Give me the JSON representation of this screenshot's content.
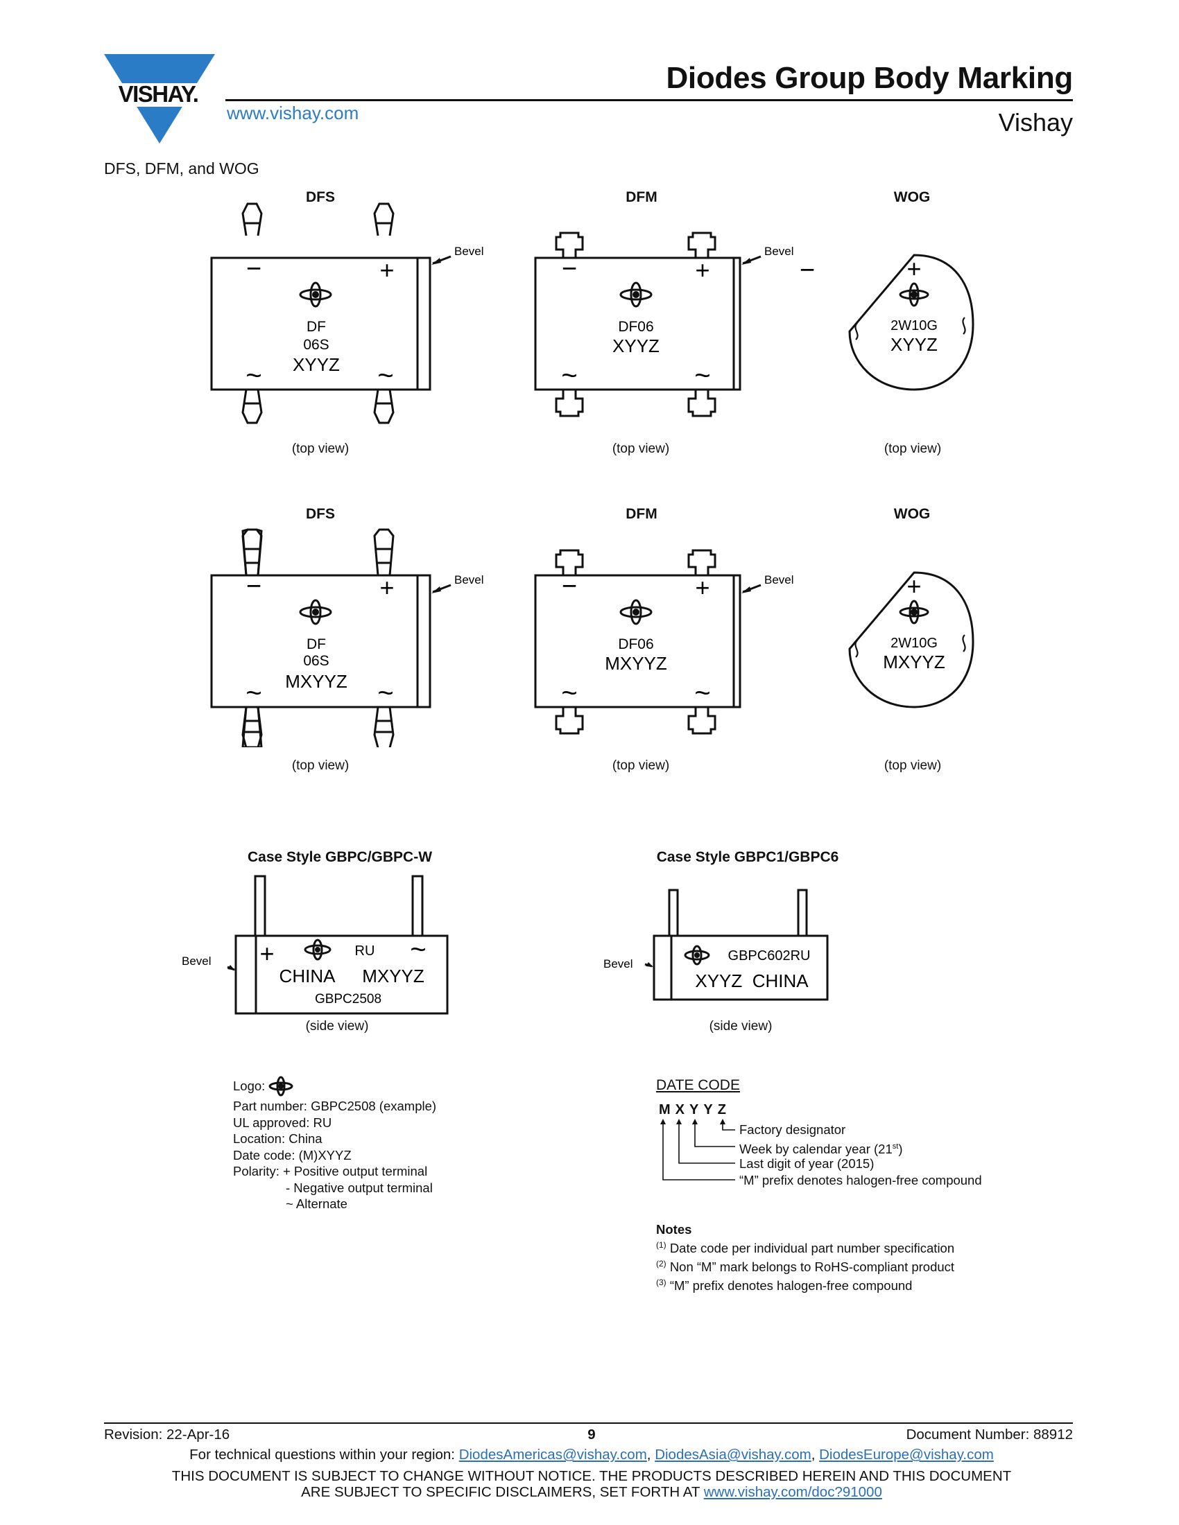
{
  "header": {
    "logo_text": "VISHAY.",
    "title": "Diodes Group Body Marking",
    "url": "www.vishay.com",
    "subtitle": "Vishay"
  },
  "section_title": "DFS, DFM, and WOG",
  "rows": [
    {
      "dfs": {
        "label": "DFS",
        "line1": "DF",
        "line2": "06S",
        "code": "XYYZ",
        "bevel": "Bevel",
        "view": "(top view)"
      },
      "dfm": {
        "label": "DFM",
        "line1": "DF06",
        "code": "XYYZ",
        "bevel": "Bevel",
        "view": "(top view)"
      },
      "wog": {
        "label": "WOG",
        "line1": "2W10G",
        "code": "XYYZ",
        "view": "(top view)"
      }
    },
    {
      "dfs": {
        "label": "DFS",
        "line1": "DF",
        "line2": "06S",
        "code": "MXYYZ",
        "bevel": "Bevel",
        "view": "(top view)"
      },
      "dfm": {
        "label": "DFM",
        "line1": "DF06",
        "code": "MXYYZ",
        "bevel": "Bevel",
        "view": "(top view)"
      },
      "wog": {
        "label": "WOG",
        "line1": "2W10G",
        "code": "MXYYZ",
        "view": "(top view)"
      }
    }
  ],
  "symbols": {
    "minus": "−",
    "plus": "+",
    "tilde": "~"
  },
  "gbpc": {
    "title": "Case Style GBPC/GBPC-W",
    "bevel": "Bevel",
    "ru": "RU",
    "china": "CHINA",
    "code": "MXYYZ",
    "part": "GBPC2508",
    "view": "(side view)"
  },
  "gbpc1": {
    "title": "Case Style GBPC1/GBPC6",
    "bevel": "Bevel",
    "part": "GBPC602RU",
    "code_line": "XYYZ  CHINA",
    "view": "(side view)"
  },
  "legend": {
    "logo": "Logo:",
    "part_number": "Part number: GBPC2508 (example)",
    "ul": "UL approved: RU",
    "location": "Location: China",
    "date_code": "Date code: (M)XYYZ",
    "polarity": "Polarity: + Positive output terminal",
    "negative": "- Negative output terminal",
    "alternate": "~ Alternate"
  },
  "date_code": {
    "title": "DATE CODE",
    "letters": [
      "M",
      "X",
      "Y",
      "Y",
      "Z"
    ],
    "factory": "Factory designator",
    "week": "Week by calendar year (21",
    "week_sup": "st",
    "week_end": ")",
    "year": "Last digit of year (2015)",
    "prefix": "“M” prefix denotes halogen-free compound"
  },
  "notes": {
    "title": "Notes",
    "items": [
      {
        "num": "(1)",
        "text": "Date code per individual part number specification"
      },
      {
        "num": "(2)",
        "text": "Non “M” mark belongs to RoHS-compliant product"
      },
      {
        "num": "(3)",
        "text": "“M” prefix denotes halogen-free compound"
      }
    ]
  },
  "footer": {
    "revision": "Revision: 22-Apr-16",
    "page": "9",
    "doc_number": "Document Number: 88912",
    "tech_prefix": "For technical questions within your region: ",
    "email1": "DiodesAmericas@vishay.com",
    "sep": ", ",
    "email2": "DiodesAsia@vishay.com",
    "email3": "DiodesEurope@vishay.com",
    "disclaimer1": "THIS DOCUMENT IS SUBJECT TO CHANGE WITHOUT NOTICE. THE PRODUCTS DESCRIBED HEREIN AND THIS DOCUMENT",
    "disclaimer2_prefix": "ARE SUBJECT TO SPECIFIC DISCLAIMERS, SET FORTH AT ",
    "disclaimer_link": "www.vishay.com/doc?91000"
  }
}
